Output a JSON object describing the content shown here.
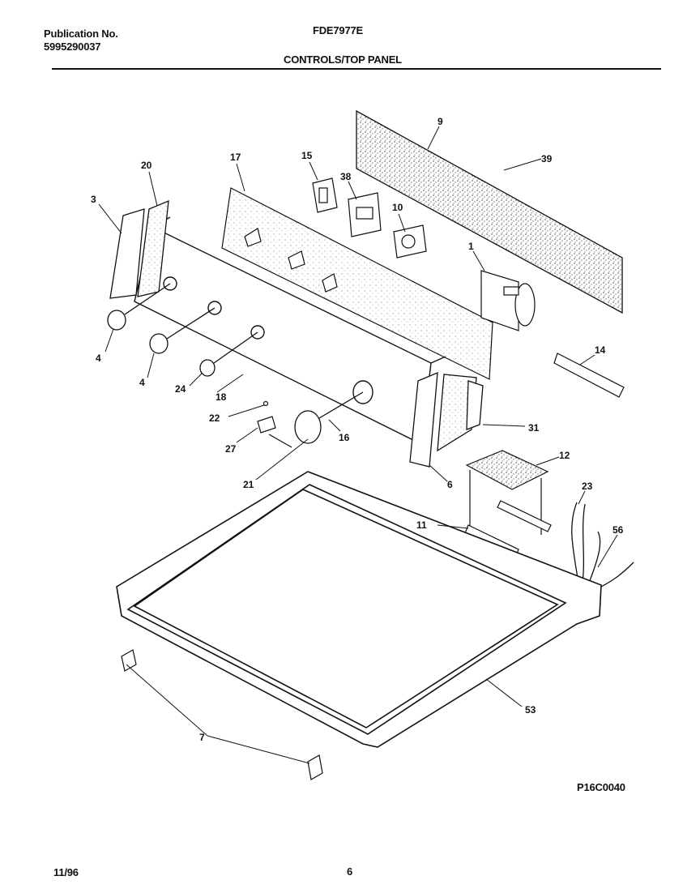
{
  "header": {
    "publication_label": "Publication No.",
    "publication_number": "5995290037",
    "model": "FDE7977E",
    "section_title": "CONTROLS/TOP PANEL"
  },
  "callouts": [
    "9",
    "39",
    "17",
    "15",
    "38",
    "10",
    "1",
    "20",
    "3",
    "4",
    "4",
    "24",
    "18",
    "14",
    "22",
    "27",
    "16",
    "21",
    "31",
    "6",
    "12",
    "23",
    "11",
    "56",
    "53",
    "7"
  ],
  "figure_code": "P16C0040",
  "footer": {
    "date": "11/96",
    "page": "6"
  }
}
